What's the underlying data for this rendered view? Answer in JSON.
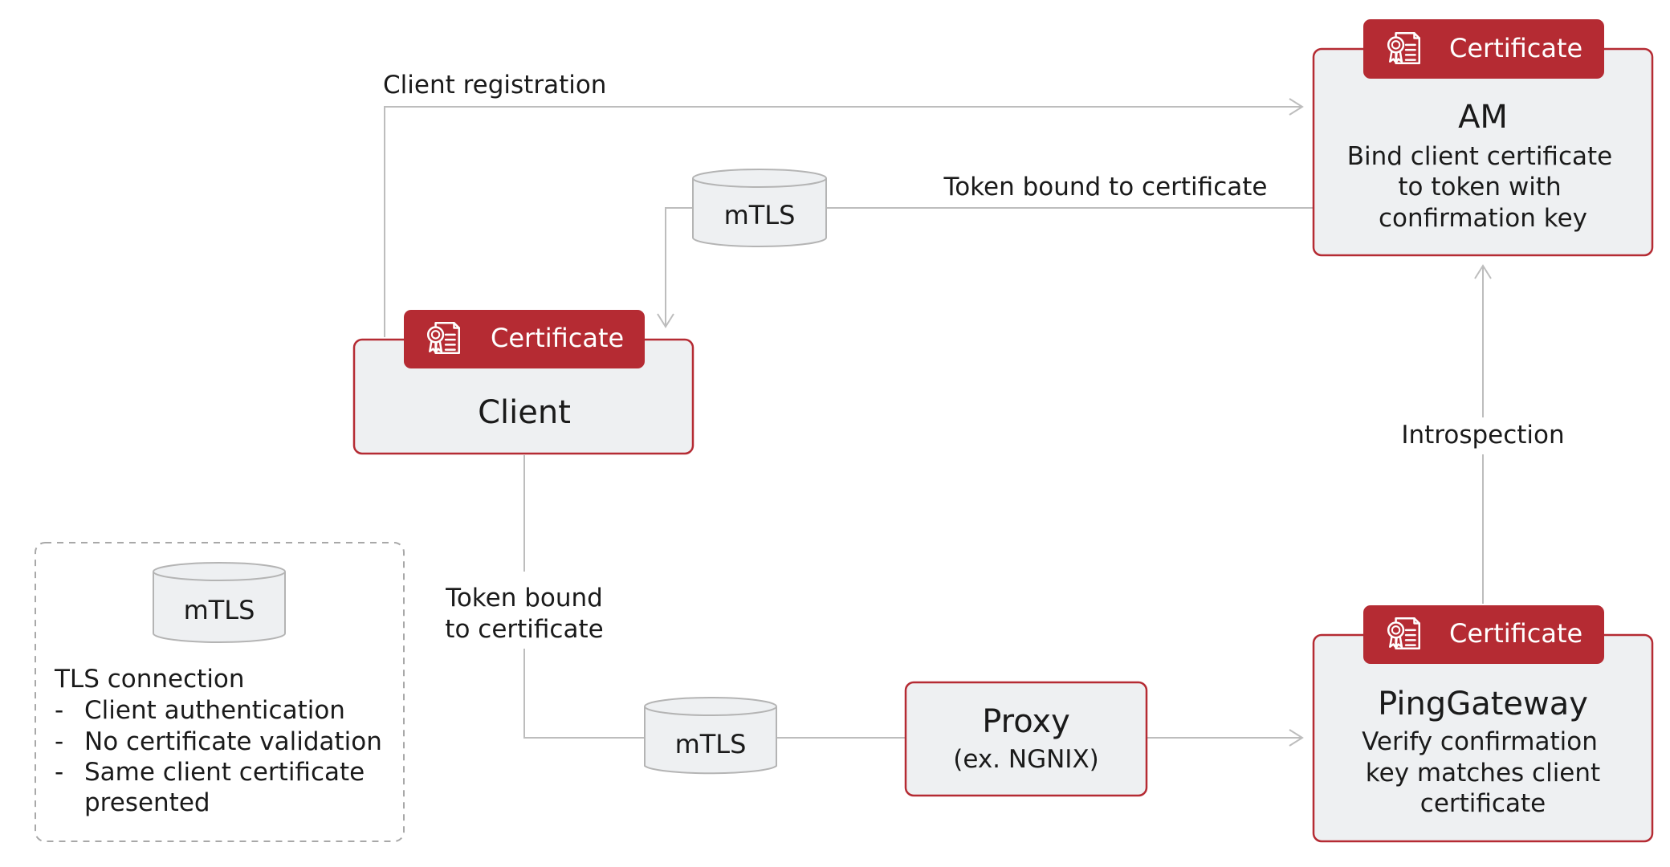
{
  "nodes": {
    "am": {
      "badge": "Certificate",
      "title": "AM",
      "desc": [
        "Bind client certificate",
        "to token with",
        "confirmation key"
      ]
    },
    "client": {
      "badge": "Certificate",
      "title": "Client"
    },
    "proxy": {
      "title": "Proxy",
      "sub": "(ex. NGNIX)"
    },
    "gateway": {
      "badge": "Certificate",
      "title": "PingGateway",
      "desc": [
        "Verify confirmation",
        "key matches client",
        "certificate"
      ]
    }
  },
  "cylinders": {
    "top": "mTLS",
    "bottom": "mTLS",
    "legend": "mTLS"
  },
  "edges": {
    "registration": "Client registration",
    "token_top": "Token bound to certificate",
    "token_down": [
      "Token bound",
      "to certificate"
    ],
    "introspection": "Introspection"
  },
  "legend": {
    "heading": "TLS connection",
    "items": [
      {
        "bullet": "-",
        "lines": [
          "Client authentication"
        ]
      },
      {
        "bullet": "-",
        "lines": [
          "No certificate validation"
        ]
      },
      {
        "bullet": "-",
        "lines": [
          "Same client certificate",
          "presented"
        ]
      }
    ]
  },
  "colors": {
    "accent": "#b52b33",
    "box_fill": "#eef0f2",
    "connector": "#bdbdbd"
  },
  "icons": {
    "badge_icon": "certificate-icon",
    "cylinder_icon": "database-cylinder-icon"
  }
}
